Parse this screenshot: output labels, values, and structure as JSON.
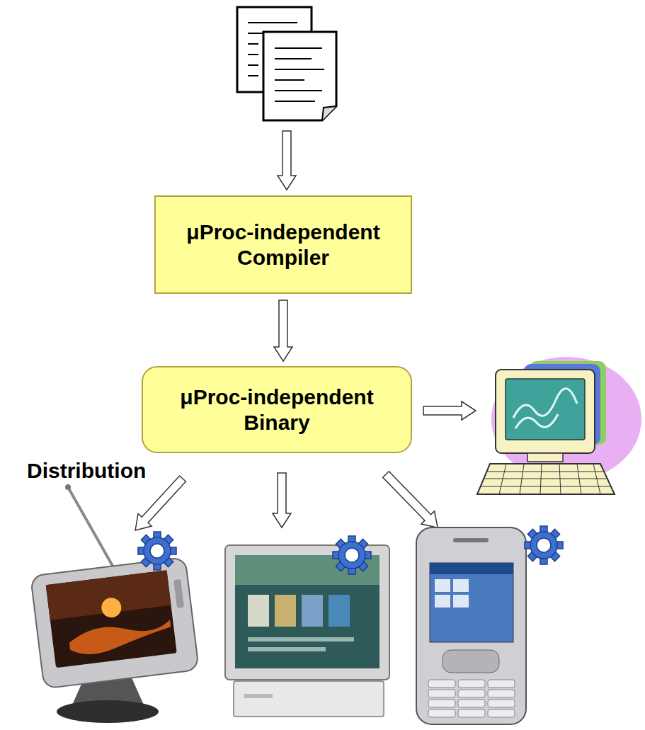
{
  "diagram": {
    "nodes": [
      {
        "text": [
          "μProc-independent Compiler"
        ]
      },
      {
        "text": [
          "μProc-independent Binary"
        ]
      }
    ],
    "edges": [
      {
        "from": 0,
        "to": 1,
        "arrow": "to"
      }
    ],
    "labels": [
      "Distribution"
    ]
  }
}
